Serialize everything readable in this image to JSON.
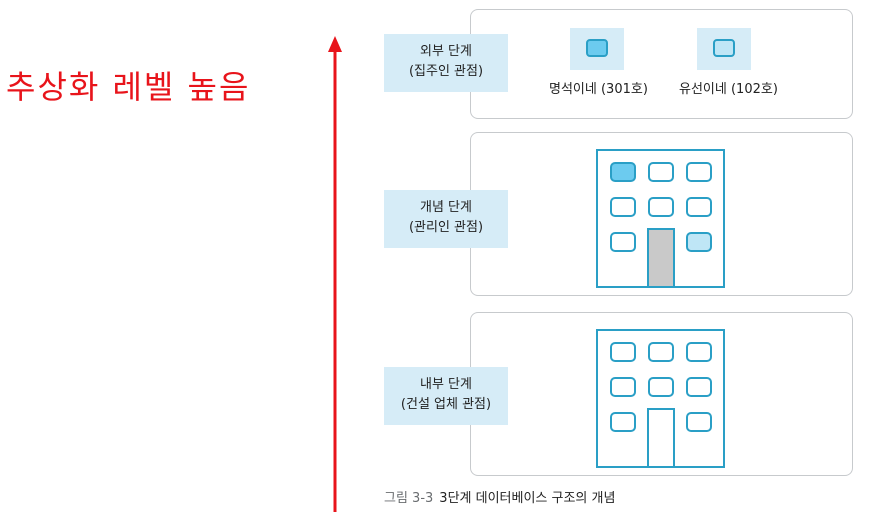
{
  "title": "추상화 레벨 높음",
  "levels": {
    "external": {
      "line1": "외부 단계",
      "line2": "(집주인 관점)"
    },
    "conceptual": {
      "line1": "개념 단계",
      "line2": "(관리인 관점)"
    },
    "internal": {
      "line1": "내부 단계",
      "line2": "(건설 업체 관점)"
    }
  },
  "units": [
    {
      "label": "명석이네 (301호)"
    },
    {
      "label": "유선이네 (102호)"
    }
  ],
  "caption": {
    "figure": "그림 3-3",
    "text": "3단계 데이터베이스 구조의 개념"
  },
  "colors": {
    "accent_red": "#e8141b",
    "label_fill": "#d6ecf7",
    "window_stroke": "#2a9fc6",
    "window_fill_dark": "#6ccbef",
    "window_fill_light": "#bfe6f6",
    "door_gray": "#c9c9c9"
  }
}
